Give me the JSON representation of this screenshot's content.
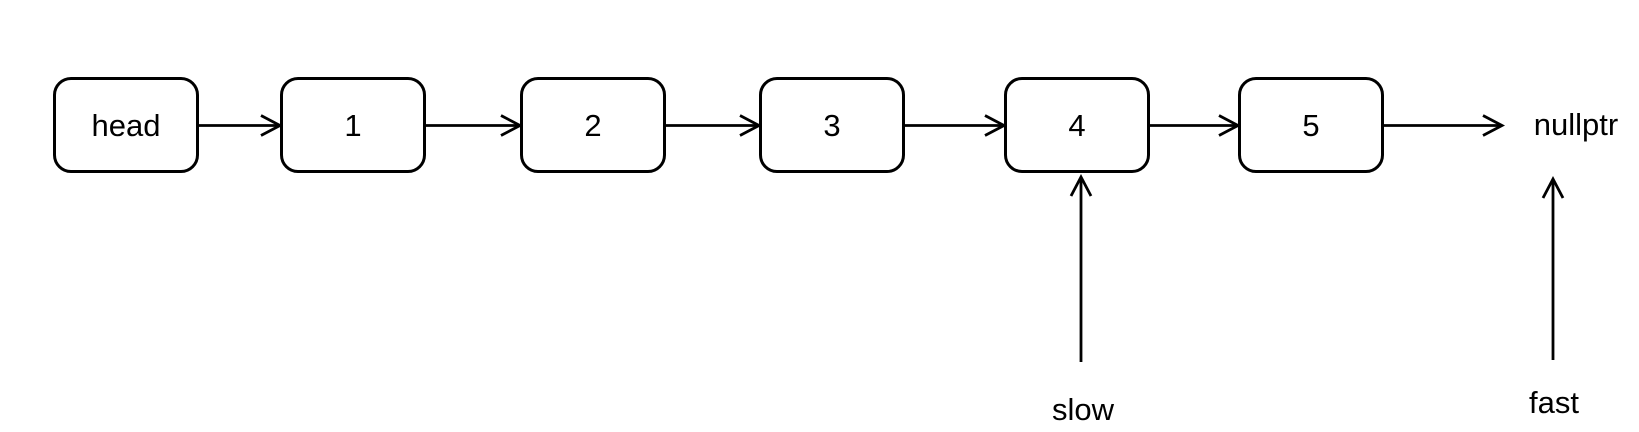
{
  "colors": {
    "stroke": "#000000",
    "background": "#ffffff",
    "text": "#000000"
  },
  "diagram": {
    "type": "singly-linked-list",
    "nodes": [
      {
        "id": "head",
        "label": "head"
      },
      {
        "id": "n1",
        "label": "1"
      },
      {
        "id": "n2",
        "label": "2"
      },
      {
        "id": "n3",
        "label": "3"
      },
      {
        "id": "n4",
        "label": "4"
      },
      {
        "id": "n5",
        "label": "5"
      }
    ],
    "terminator": {
      "label": "nullptr"
    },
    "edges": [
      {
        "from": "head",
        "to": "1"
      },
      {
        "from": "1",
        "to": "2"
      },
      {
        "from": "2",
        "to": "3"
      },
      {
        "from": "3",
        "to": "4"
      },
      {
        "from": "4",
        "to": "5"
      },
      {
        "from": "5",
        "to": "nullptr"
      }
    ],
    "pointers": [
      {
        "label": "slow",
        "points_to": "4"
      },
      {
        "label": "fast",
        "points_to": "nullptr"
      }
    ]
  }
}
